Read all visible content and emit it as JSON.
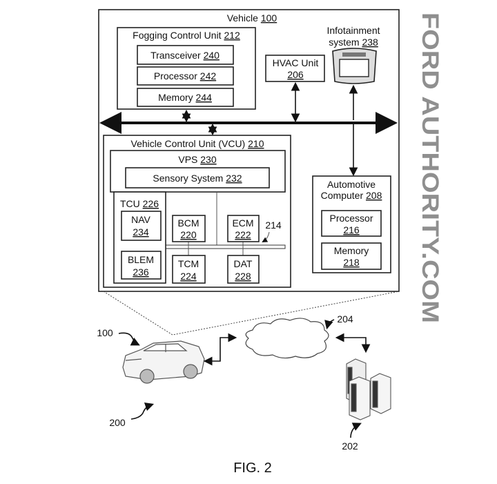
{
  "vehicle": {
    "name": "Vehicle",
    "num": "100"
  },
  "fogging": {
    "name": "Fogging Control Unit",
    "num": "212",
    "items": [
      {
        "name": "Transceiver",
        "num": "240"
      },
      {
        "name": "Processor",
        "num": "242"
      },
      {
        "name": "Memory",
        "num": "244"
      }
    ]
  },
  "hvac": {
    "name": "HVAC Unit",
    "num": "206"
  },
  "infotainment": {
    "name1": "Infotainment",
    "name2": "system",
    "num": "238"
  },
  "vcu": {
    "name": "Vehicle Control Unit (VCU)",
    "num": "210"
  },
  "vps": {
    "name": "VPS",
    "num": "230"
  },
  "sensory": {
    "name": "Sensory System",
    "num": "232"
  },
  "tcu": {
    "name": "TCU",
    "num": "226"
  },
  "nav": {
    "name": "NAV",
    "num": "234"
  },
  "blem": {
    "name": "BLEM",
    "num": "236"
  },
  "bcm": {
    "name": "BCM",
    "num": "220"
  },
  "tcm": {
    "name": "TCM",
    "num": "224"
  },
  "ecm": {
    "name": "ECM",
    "num": "222"
  },
  "dat": {
    "name": "DAT",
    "num": "228"
  },
  "bus_label": "214",
  "auto_computer": {
    "name1": "Automotive",
    "name2": "Computer",
    "num": "208",
    "processor": {
      "name": "Processor",
      "num": "216"
    },
    "memory": {
      "name": "Memory",
      "num": "218"
    }
  },
  "labels": {
    "car": "100",
    "network": "204",
    "servers": "202",
    "system": "200"
  },
  "watermark": "FORD AUTHORITY.COM",
  "figure": "FIG. 2"
}
